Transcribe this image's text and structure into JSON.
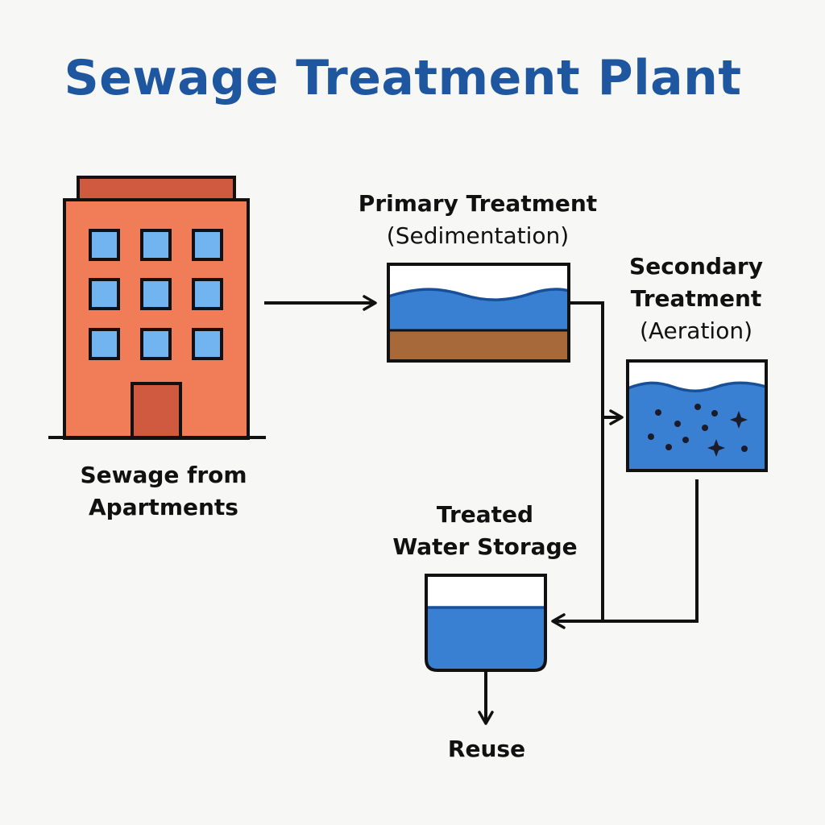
{
  "title": "Sewage Treatment Plant",
  "stages": {
    "source": {
      "line1": "Sewage from",
      "line2": "Apartments"
    },
    "primary": {
      "name": "Primary Treatment",
      "process": "(Sedimentation)"
    },
    "secondary": {
      "line1": "Secondary",
      "line2": "Treatment",
      "process": "(Aeration)"
    },
    "storage": {
      "line1": "Treated",
      "line2": "Water Storage"
    },
    "reuse": {
      "label": "Reuse"
    }
  },
  "colors": {
    "title": "#1f56a0",
    "building": "#f07d58",
    "building_roof": "#d05a40",
    "window": "#72b4f0",
    "water": "#3a80d2",
    "sludge": "#a8693a",
    "outline": "#111111"
  }
}
